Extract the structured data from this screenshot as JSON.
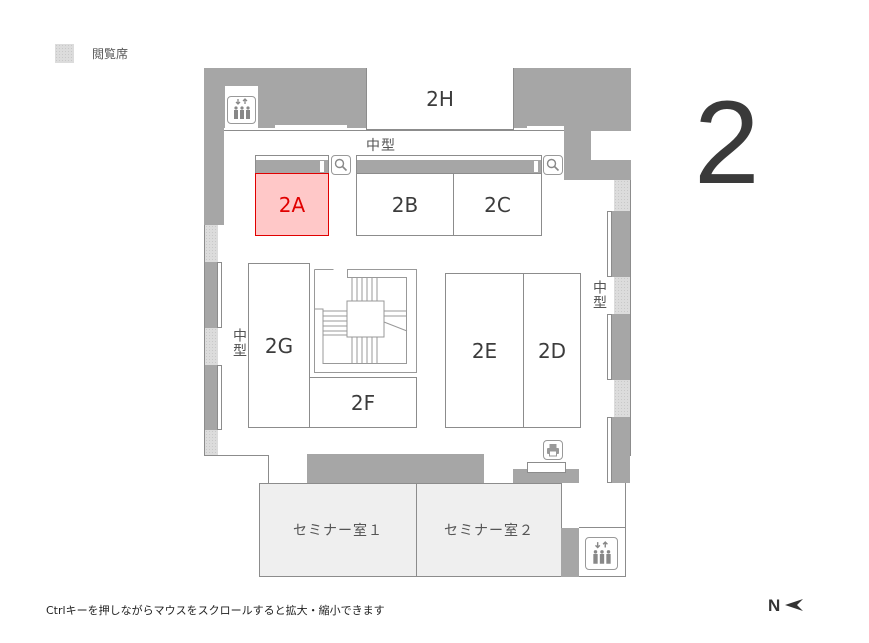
{
  "legend": {
    "reading_seat_label": "閲覧席",
    "reading_seat_color": "#dcdcdc"
  },
  "floor": {
    "number": "2"
  },
  "rooms": {
    "2A": {
      "label": "2A",
      "selected": true
    },
    "2B": {
      "label": "2B"
    },
    "2C": {
      "label": "2C"
    },
    "2D": {
      "label": "2D"
    },
    "2E": {
      "label": "2E"
    },
    "2F": {
      "label": "2F"
    },
    "2G": {
      "label": "2G"
    },
    "2H": {
      "label": "2H"
    },
    "seminar1": {
      "label": "セミナー室１"
    },
    "seminar2": {
      "label": "セミナー室２"
    }
  },
  "labels": {
    "chugata_top": "中型",
    "chugata_left": "中型",
    "chugata_right": "中型"
  },
  "icons": {
    "elevator": "elevator-icon",
    "magnifier": "search-icon",
    "printer": "printer-icon",
    "north_arrow": "north-arrow-icon"
  },
  "compass": {
    "label": "N"
  },
  "footer": {
    "hint": "Ctrlキーを押しながらマウスをスクロールすると拡大・縮小できます"
  },
  "colors": {
    "wall": "#a6a6a6",
    "selected_fill": "#ffc8c8",
    "selected_border": "#e00000",
    "room_border": "#8c8c8c",
    "text": "#3c3c3c"
  }
}
